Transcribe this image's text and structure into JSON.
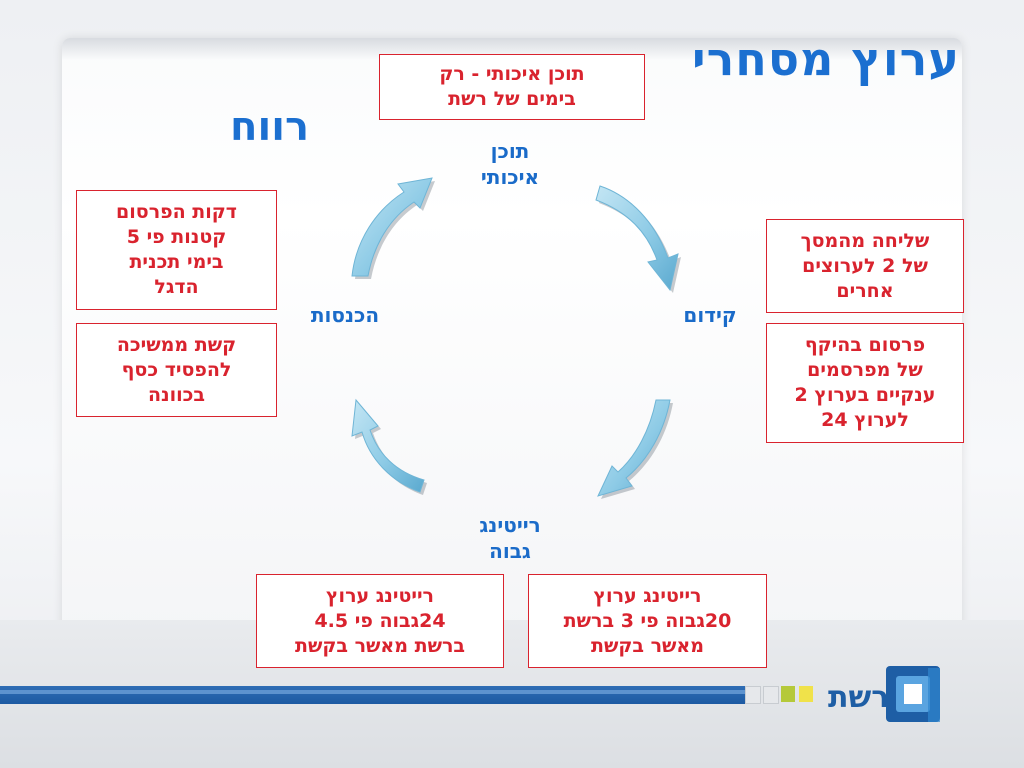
{
  "slide": {
    "title": "ערוץ מסחרי",
    "subtitle": "רווח"
  },
  "cycle": {
    "nodes": {
      "top": "תוכן\nאיכותי",
      "right": "קידום",
      "bottom": "רייטינג\nגבוה",
      "left": "הכנסות"
    },
    "arrow_color": "#8ecbe6"
  },
  "notes": {
    "top": "תוכן איכותי - רק\nבימים של רשת",
    "left_upper": "דקות הפרסום\nקטנות פי  5\nבימי תכנית\nהדגל",
    "left_lower": "קשת ממשיכה\nלהפסיד כסף\nבכוונה",
    "right_upper": "שליחה מהמסך\nשל 2 לערוצים\nאחרים",
    "right_lower": "פרסום בהיקף\nשל מפרסמים\nענקיים בערוץ 2\nלערוץ 24",
    "bottom_left": "רייטינג ערוץ\n24גבוה פי 4.5\nברשת מאשר בקשת",
    "bottom_right": "רייטינג ערוץ\n20גבוה פי 3 ברשת\nמאשר בקשת"
  },
  "branding": {
    "logo_text": "רשת",
    "brand_blue": "#1b6fd0",
    "note_red": "#d9232e"
  }
}
